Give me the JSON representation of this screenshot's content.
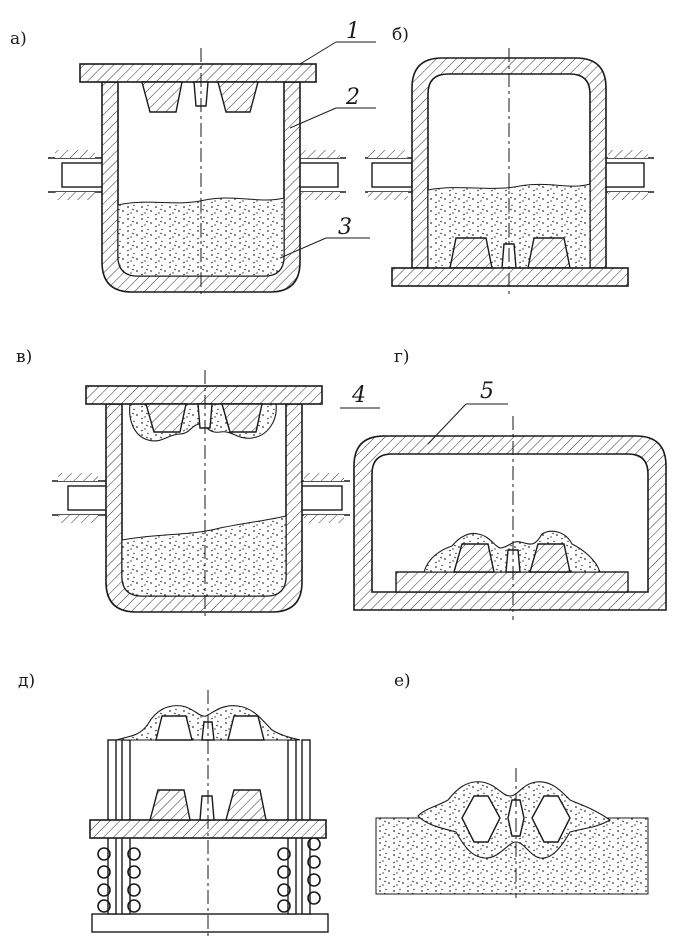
{
  "panels": [
    {
      "id": "a",
      "label": "а)"
    },
    {
      "id": "b",
      "label": "б)"
    },
    {
      "id": "v",
      "label": "в)"
    },
    {
      "id": "g",
      "label": "г)"
    },
    {
      "id": "d",
      "label": "д)"
    },
    {
      "id": "e",
      "label": "е)"
    }
  ],
  "callouts": [
    "1",
    "2",
    "3",
    "4",
    "5"
  ]
}
